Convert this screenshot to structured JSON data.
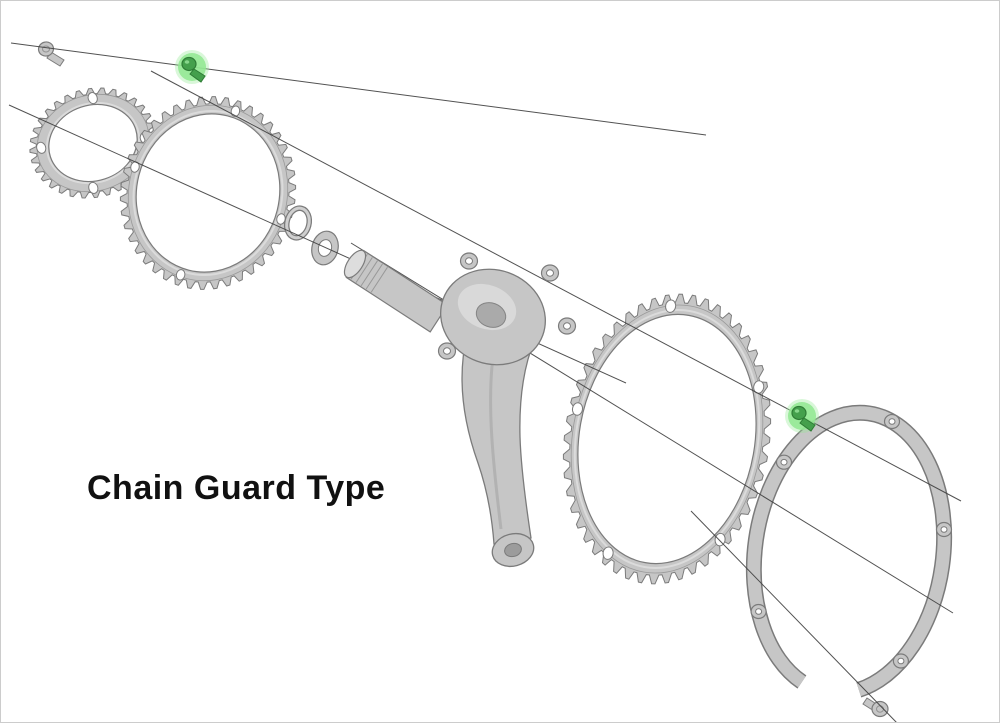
{
  "diagram": {
    "title": "Chain Guard Type",
    "type": "exploded-parts-diagram",
    "parts": [
      "crank-bolt-top-left",
      "inner-chainring",
      "middle-chainring",
      "highlighted-chainring-bolt-left",
      "spacer-ring",
      "cone-spacer",
      "crank-arm-assembly",
      "outer-chainring",
      "highlighted-chainring-bolt-right",
      "chain-guard-ring",
      "guard-bolt-bottom"
    ],
    "highlighted_parts": [
      "highlighted-chainring-bolt-left",
      "highlighted-chainring-bolt-right"
    ]
  },
  "colors": {
    "background": "#ffffff",
    "part_fill": "#c6c6c6",
    "part_fill_light": "#dddddd",
    "part_stroke": "#7b7b7b",
    "part_shadow": "#a5a5a5",
    "axis_line": "#3f3f3f",
    "highlight_glow": "#93e893",
    "highlight_bolt": "#44a04c",
    "highlight_stroke": "#2e7c35",
    "title_color": "#111111"
  }
}
